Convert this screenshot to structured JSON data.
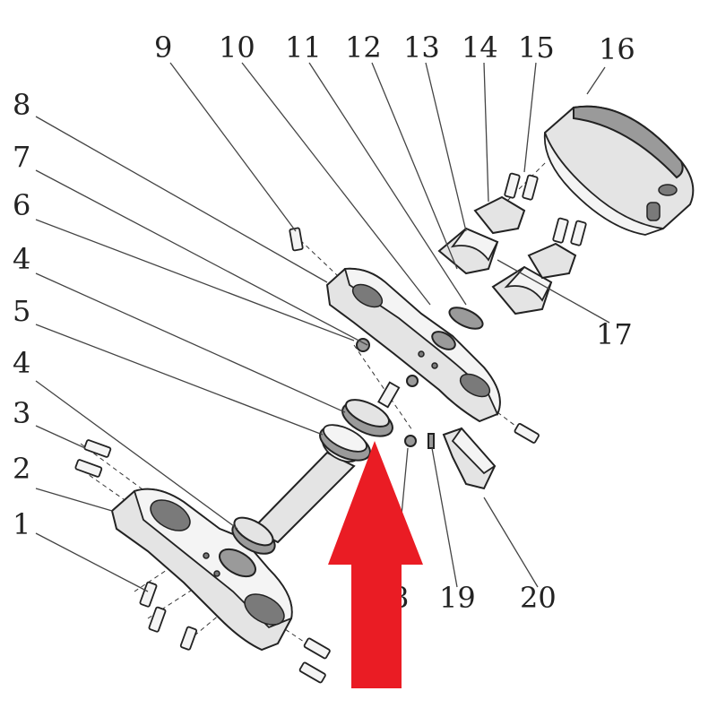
{
  "diagram": {
    "callouts": [
      "1",
      "2",
      "3",
      "4",
      "5",
      "4",
      "6",
      "7",
      "8",
      "9",
      "10",
      "11",
      "12",
      "13",
      "14",
      "15",
      "16",
      "17",
      "8",
      "19",
      "20"
    ],
    "arrow_color": "#ea1c24",
    "line_color": "#222222"
  }
}
